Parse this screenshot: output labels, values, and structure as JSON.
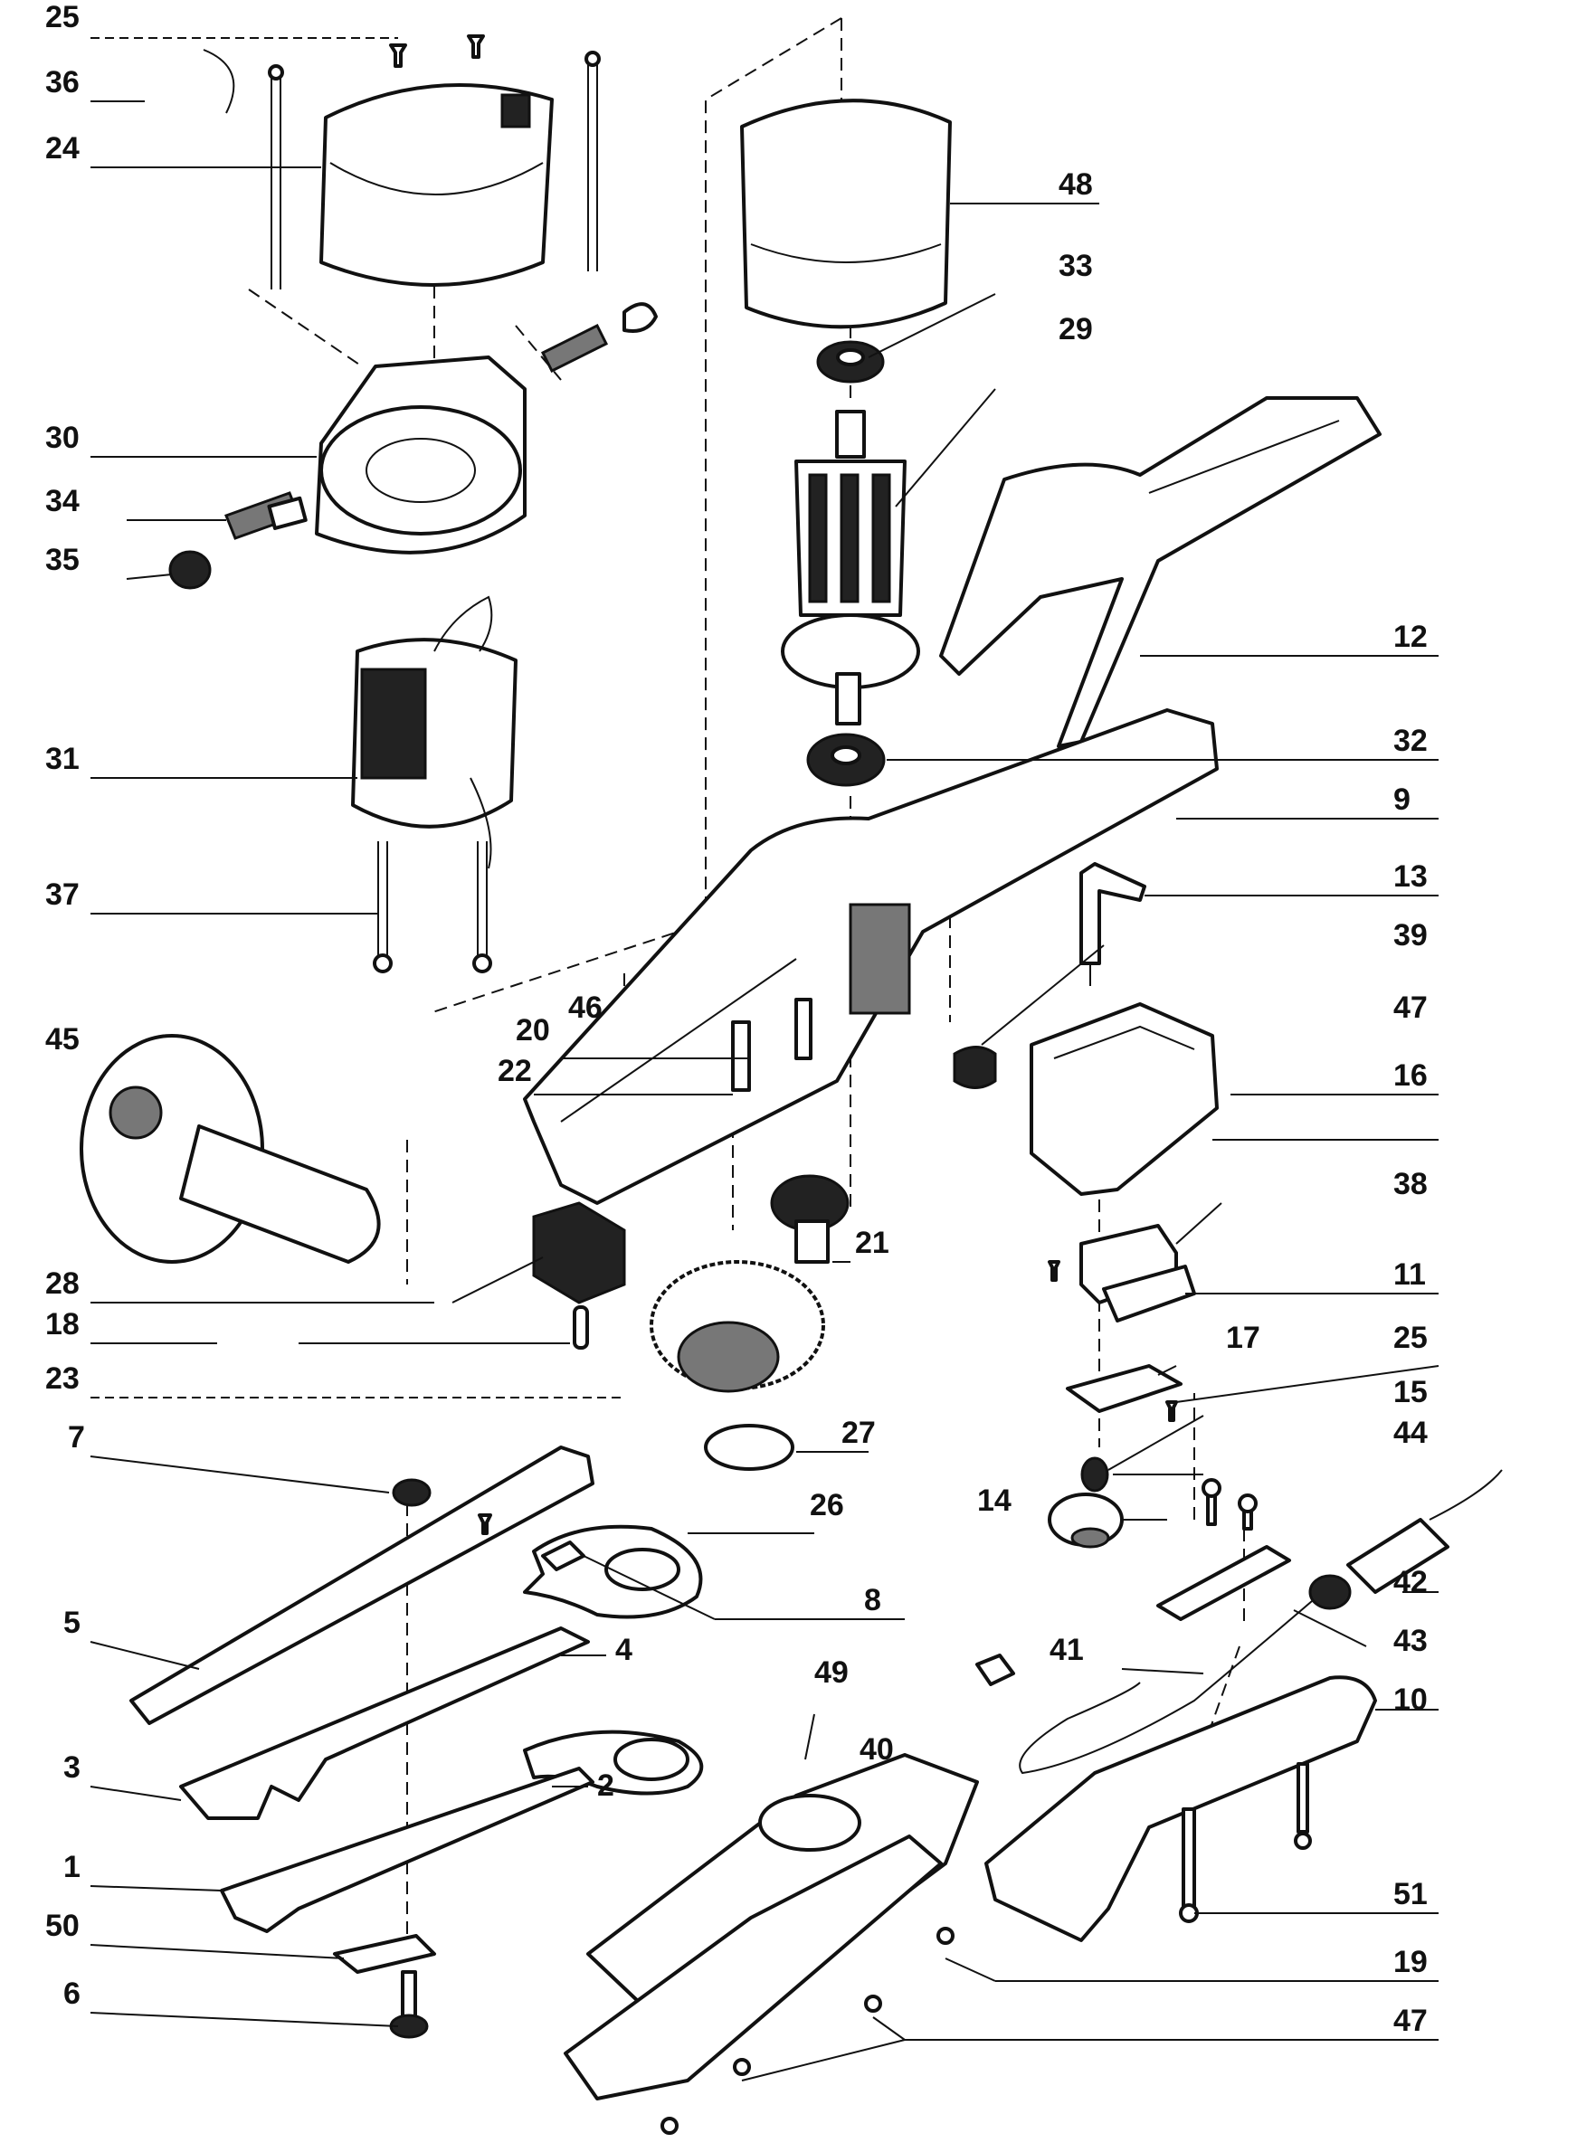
{
  "diagram": {
    "callouts": [
      {
        "id": "c25a",
        "text": "25"
      },
      {
        "id": "c36",
        "text": "36"
      },
      {
        "id": "c24",
        "text": "24"
      },
      {
        "id": "c48",
        "text": "48"
      },
      {
        "id": "c33",
        "text": "33"
      },
      {
        "id": "c29",
        "text": "29"
      },
      {
        "id": "c30",
        "text": "30"
      },
      {
        "id": "c34",
        "text": "34"
      },
      {
        "id": "c35",
        "text": "35"
      },
      {
        "id": "c12",
        "text": "12"
      },
      {
        "id": "c31",
        "text": "31"
      },
      {
        "id": "c32",
        "text": "32"
      },
      {
        "id": "c9",
        "text": "9"
      },
      {
        "id": "c13",
        "text": "13"
      },
      {
        "id": "c37",
        "text": "37"
      },
      {
        "id": "c39",
        "text": "39"
      },
      {
        "id": "c46",
        "text": "46"
      },
      {
        "id": "c20",
        "text": "20"
      },
      {
        "id": "c47a",
        "text": "47"
      },
      {
        "id": "c45",
        "text": "45"
      },
      {
        "id": "c22",
        "text": "22"
      },
      {
        "id": "c16",
        "text": "16"
      },
      {
        "id": "c38",
        "text": "38"
      },
      {
        "id": "c21",
        "text": "21"
      },
      {
        "id": "c28",
        "text": "28"
      },
      {
        "id": "c11",
        "text": "11"
      },
      {
        "id": "c18",
        "text": "18"
      },
      {
        "id": "c17",
        "text": "17"
      },
      {
        "id": "c25b",
        "text": "25"
      },
      {
        "id": "c23",
        "text": "23"
      },
      {
        "id": "c15",
        "text": "15"
      },
      {
        "id": "c7",
        "text": "7"
      },
      {
        "id": "c27",
        "text": "27"
      },
      {
        "id": "c44",
        "text": "44"
      },
      {
        "id": "c14",
        "text": "14"
      },
      {
        "id": "c26",
        "text": "26"
      },
      {
        "id": "c8",
        "text": "8"
      },
      {
        "id": "c42",
        "text": "42"
      },
      {
        "id": "c5",
        "text": "5"
      },
      {
        "id": "c4",
        "text": "4"
      },
      {
        "id": "c43",
        "text": "43"
      },
      {
        "id": "c41",
        "text": "41"
      },
      {
        "id": "c49",
        "text": "49"
      },
      {
        "id": "c10",
        "text": "10"
      },
      {
        "id": "c40",
        "text": "40"
      },
      {
        "id": "c3",
        "text": "3"
      },
      {
        "id": "c2",
        "text": "2"
      },
      {
        "id": "c1",
        "text": "1"
      },
      {
        "id": "c51",
        "text": "51"
      },
      {
        "id": "c50",
        "text": "50"
      },
      {
        "id": "c19",
        "text": "19"
      },
      {
        "id": "c6",
        "text": "6"
      },
      {
        "id": "c47b",
        "text": "47"
      }
    ]
  }
}
